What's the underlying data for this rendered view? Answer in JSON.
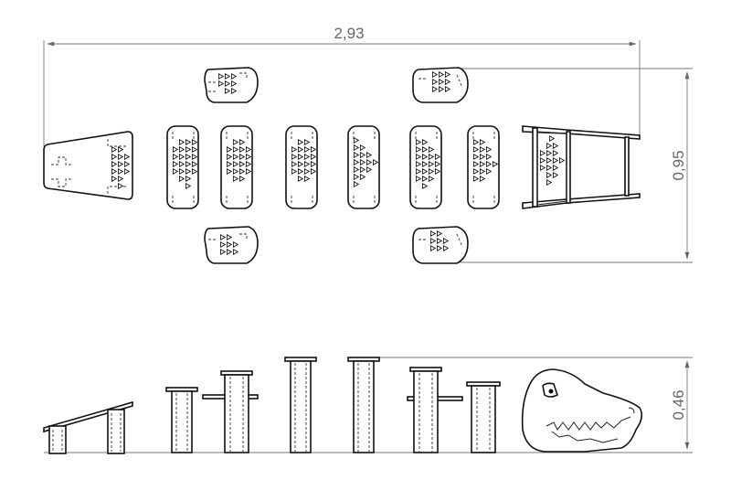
{
  "dimensions": {
    "width_label": "2,93",
    "depth_label": "0,95",
    "height_label": "0,46"
  }
}
